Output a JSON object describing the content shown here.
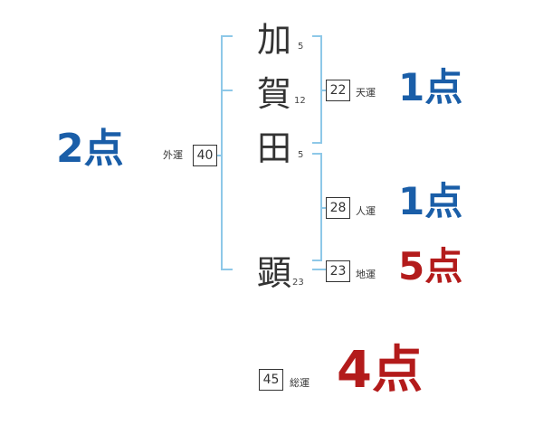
{
  "name": {
    "chars": [
      {
        "char": "加",
        "strokes": "5"
      },
      {
        "char": "賀",
        "strokes": "12"
      },
      {
        "char": "田",
        "strokes": "5"
      },
      {
        "char": "顕",
        "strokes": "23"
      }
    ]
  },
  "fortunes": {
    "gaiun": {
      "label": "外運",
      "value": "40",
      "score": "2点"
    },
    "tenun": {
      "label": "天運",
      "value": "22",
      "score": "1点"
    },
    "jinun": {
      "label": "人運",
      "value": "28",
      "score": "1点"
    },
    "chiun": {
      "label": "地運",
      "value": "23",
      "score": "5点"
    },
    "souun": {
      "label": "総運",
      "value": "45",
      "score": "4点"
    }
  },
  "colors": {
    "bracket": "#8ec8e8",
    "score_blue": "#1a5ea8",
    "score_red": "#b31b1b"
  }
}
